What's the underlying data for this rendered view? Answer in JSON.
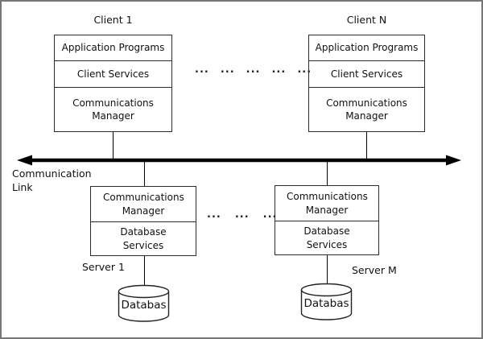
{
  "diagram": {
    "clients": [
      {
        "title": "Client 1",
        "layers": [
          "Application Programs",
          "Client Services",
          "Communications Manager"
        ]
      },
      {
        "title": "Client N",
        "layers": [
          "Application Programs",
          "Client Services",
          "Communications Manager"
        ]
      }
    ],
    "client_ellipsis": [
      "...",
      "...",
      "...",
      "...",
      "..."
    ],
    "link_label_line1": "Communication",
    "link_label_line2": "Link",
    "servers": [
      {
        "title": "Server 1",
        "layers": [
          "Communications Manager",
          "Database Services"
        ],
        "database_label": "Databas"
      },
      {
        "title": "Server M",
        "layers": [
          "Communications Manager",
          "Database Services"
        ],
        "database_label": "Databas"
      }
    ],
    "server_ellipsis": [
      "...",
      "...",
      "..."
    ],
    "colors": {
      "line": "#000000",
      "box_border": "#2b2b2b",
      "frame_border": "#757575",
      "background": "#ffffff"
    }
  }
}
